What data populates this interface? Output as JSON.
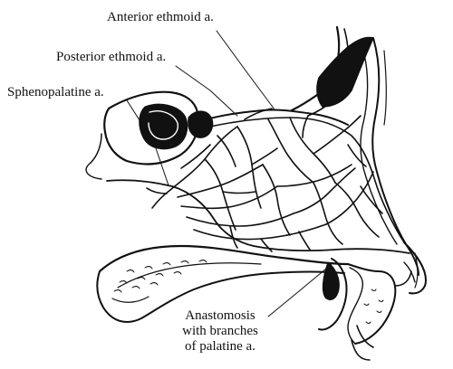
{
  "labels": {
    "anterior_ethmoid": "Anterior ethmoid a.",
    "posterior_ethmoid": "Posterior ethmoid a.",
    "sphenopalatine": "Sphenopalatine a.",
    "anastomosis": [
      "Anastomosis",
      "with branches",
      "of palatine a."
    ]
  },
  "colors": {
    "ink": "#111111",
    "paper": "#ffffff"
  }
}
